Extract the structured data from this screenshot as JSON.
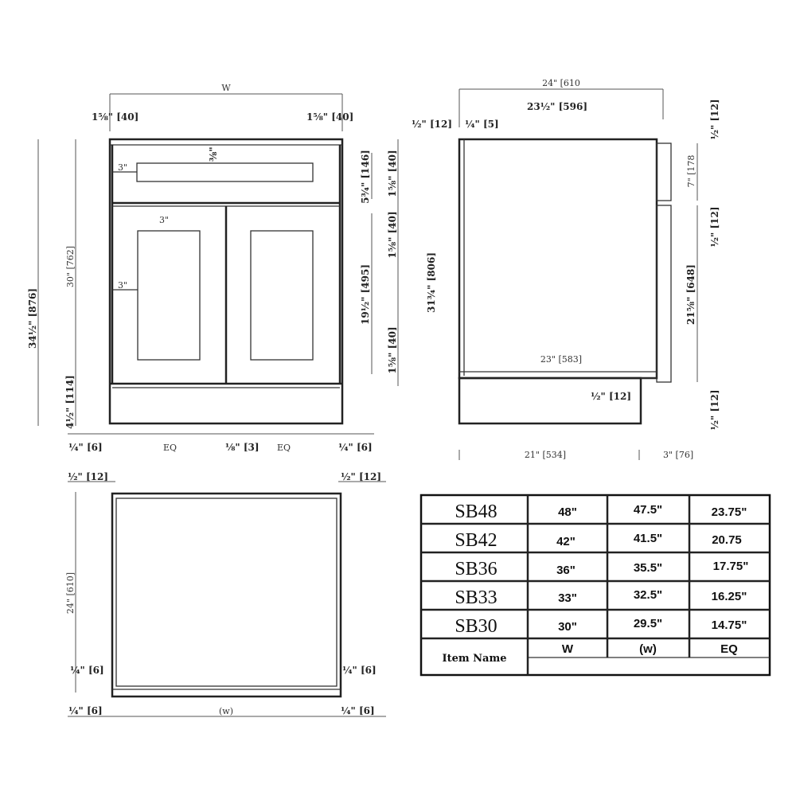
{
  "front_view": {
    "width_label": "W",
    "stile_left": "1⅝\" [40]",
    "stile_right": "1⅝\" [40]",
    "top_rail": "⅜\"",
    "drawer_rail": "3\"",
    "door_rail": "3\"",
    "door_stile": "3\"",
    "total_height": "34½\" [876]",
    "box_height": "30\" [762]",
    "toe_kick": "4½\" [114]",
    "drawer_height": "5¾\" [146]",
    "drawer_gap_top": "1⅝\" [40]",
    "gap_mid": "1⅝\" [40]",
    "door_height": "19½\" [495]",
    "gap_bottom": "1⅝\" [40]",
    "bottom_left": "¼\" [6]",
    "bottom_eq1": "EQ",
    "bottom_center": "⅛\" [3]",
    "bottom_eq2": "EQ",
    "bottom_right": "¼\" [6]"
  },
  "side_view": {
    "depth_total": "24\" [610",
    "depth_box": "23½\" [596]",
    "back_offset": "½\" [12]",
    "back_panel": "¼\" [5]",
    "height": "31¾\" [806]",
    "inner_depth": "23\" [583]",
    "toe_offset": "½\" [12]",
    "top_gap": "½\" [12]",
    "drawer_front": "7\" [178",
    "mid_gap": "½\" [12]",
    "door_front": "21⅝\" [648]",
    "bottom_gap": "½\" [12]",
    "base_depth": "21\" [534]",
    "toe_depth": "3\" [76]"
  },
  "top_view": {
    "left_top": "½\" [12]",
    "right_top": "½\" [12]",
    "depth": "24\" [610]",
    "left_bottom": "¼\" [6]",
    "right_bottom": "¼\" [6]",
    "left_foot": "¼\" [6]",
    "width_label": "(w)",
    "right_foot": "¼\" [6]"
  },
  "table": {
    "rows": [
      {
        "name": "SB48",
        "W": "48\"",
        "w": "47.5\"",
        "EQ": "23.75\""
      },
      {
        "name": "SB42",
        "W": "42\"",
        "w": "41.5\"",
        "EQ": "20.75"
      },
      {
        "name": "SB36",
        "W": "36\"",
        "w": "35.5\"",
        "EQ": "17.75\""
      },
      {
        "name": "SB33",
        "W": "33\"",
        "w": "32.5\"",
        "EQ": "16.25\""
      },
      {
        "name": "SB30",
        "W": "30\"",
        "w": "29.5\"",
        "EQ": "14.75\""
      }
    ],
    "header": {
      "name": "Item Name",
      "W": "W",
      "w": "(w)",
      "EQ": "EQ"
    }
  }
}
